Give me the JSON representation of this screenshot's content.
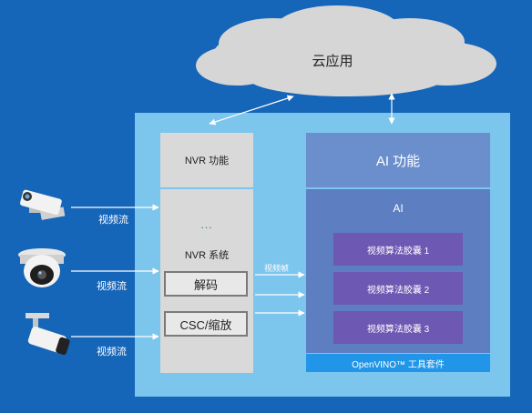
{
  "cloud": {
    "label": "云应用"
  },
  "nvr": {
    "head_label": "NVR 功能",
    "dots": "...",
    "system_label": "NVR 系统",
    "decode_label": "解码",
    "csc_label": "CSC/缩放"
  },
  "ai": {
    "head_label": "AI 功能",
    "body_label": "AI",
    "capsules": [
      "视频算法胶囊 1",
      "视频算法胶囊 2",
      "视频算法胶囊 3"
    ],
    "toolkit_label": "OpenVINO™ 工具套件"
  },
  "streams": [
    "视频流",
    "视频流",
    "视频流"
  ],
  "frame_label": "视频帧",
  "cameras": [
    "bullet-camera",
    "dome-camera",
    "bullet-camera"
  ]
}
